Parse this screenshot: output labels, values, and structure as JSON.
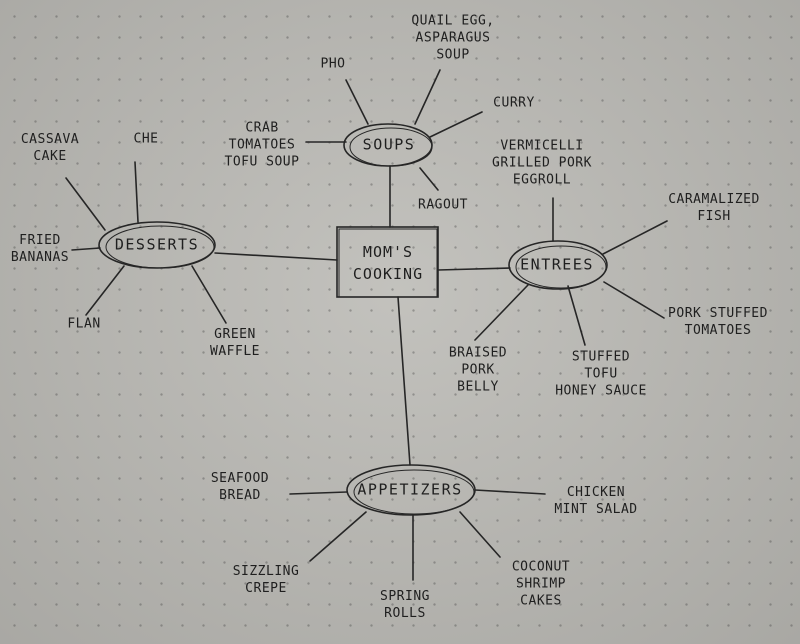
{
  "center": {
    "lines": [
      "Mom's",
      "Cooking"
    ]
  },
  "hubs": {
    "soups": "Soups",
    "desserts": "Desserts",
    "entrees": "Entrees",
    "appetizers": "Appetizers"
  },
  "items": {
    "soups": {
      "pho": [
        "Pho"
      ],
      "quail": [
        "Quail Egg,",
        "Asparagus",
        "Soup"
      ],
      "curry": [
        "Curry"
      ],
      "crab": [
        "Crab",
        "Tomatoes",
        "Tofu Soup"
      ],
      "ragout": [
        "Ragout"
      ]
    },
    "desserts": {
      "cassava": [
        "Cassava",
        "Cake"
      ],
      "che": [
        "Che"
      ],
      "bananas": [
        "Fried",
        "Bananas"
      ],
      "flan": [
        "Flan"
      ],
      "waffle": [
        "Green",
        "Waffle"
      ]
    },
    "entrees": {
      "vermicelli": [
        "Vermicelli",
        "Grilled Pork",
        "Eggroll"
      ],
      "fish": [
        "Caramalized",
        "Fish"
      ],
      "porkTomatoes": [
        "Pork Stuffed",
        "Tomatoes"
      ],
      "tofu": [
        "Stuffed",
        "Tofu",
        "Honey Sauce"
      ],
      "belly": [
        "Braised",
        "Pork",
        "Belly"
      ]
    },
    "appetizers": {
      "seafood": [
        "Seafood",
        "Bread"
      ],
      "chicken": [
        "Chicken",
        "Mint Salad"
      ],
      "crepe": [
        "Sizzling",
        "Crepe"
      ],
      "rolls": [
        "Spring",
        "Rolls"
      ],
      "shrimp": [
        "Coconut",
        "Shrimp",
        "Cakes"
      ]
    }
  }
}
